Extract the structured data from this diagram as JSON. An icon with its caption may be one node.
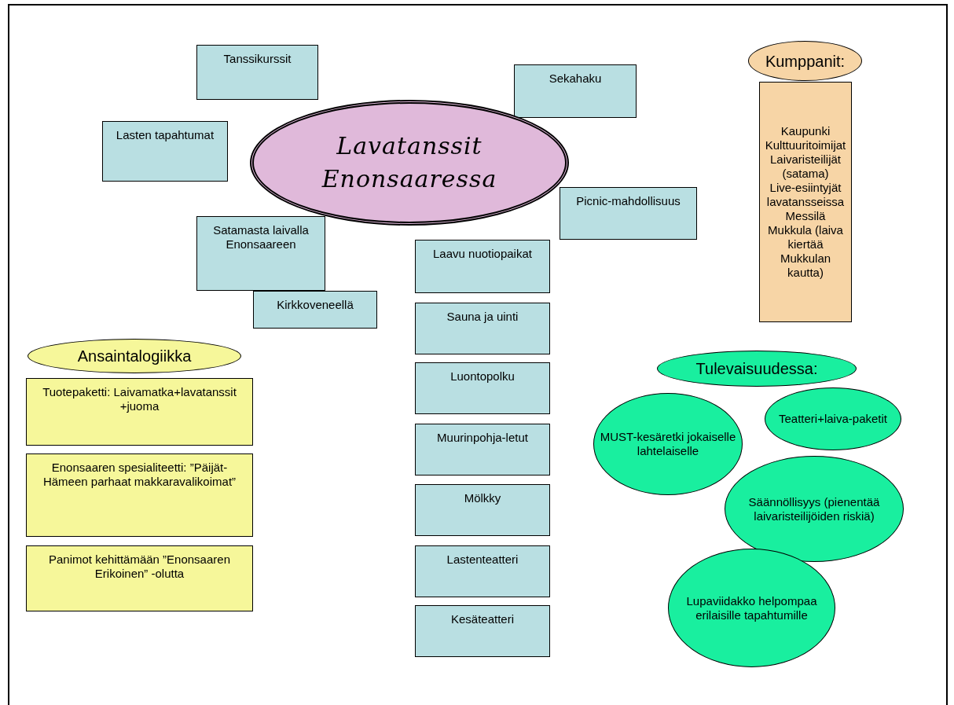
{
  "diagram": {
    "nodes": [
      {
        "text": [
          "Tanssikurssit"
        ]
      },
      {
        "text": [
          "Sekahaku"
        ]
      },
      {
        "text": [
          "Kumppanit:"
        ]
      },
      {
        "text": [
          "Kaupunki",
          "Kulttuuritoimijat",
          "Laivaristeilijät (satama)",
          "Live-esiintyjät lavatansseissa",
          "Messilä",
          "Mukkula (laiva kiertää Mukkulan kautta)"
        ]
      },
      {
        "text": [
          "Lasten tapahtumat"
        ]
      },
      {
        "text": [
          "Lavatanssit Enonsaaressa"
        ]
      },
      {
        "text": [
          "Picnic-mahdollisuus"
        ]
      },
      {
        "text": [
          "Satamasta laivalla Enonsaareen"
        ]
      },
      {
        "text": [
          "Laavu nuotiopaikat"
        ]
      },
      {
        "text": [
          "Kirkkoveneellä"
        ]
      },
      {
        "text": [
          "Sauna ja uinti"
        ]
      },
      {
        "text": [
          "Ansaintalogiikka"
        ]
      },
      {
        "text": [
          "Tulevaisuudessa:"
        ]
      },
      {
        "text": [
          "Tuotepaketti: Laivamatka+lavatanssit +juoma"
        ]
      },
      {
        "text": [
          "Luontopolku"
        ]
      },
      {
        "text": [
          "Teatteri+laiva-paketit"
        ]
      },
      {
        "text": [
          "MUST-kesäretki jokaiselle lahtelaiselle"
        ]
      },
      {
        "text": [
          "Enonsaaren spesialiteetti: ”Päijät-Hämeen parhaat makkaravalikoimat”"
        ]
      },
      {
        "text": [
          "Muurinpohja-letut"
        ]
      },
      {
        "text": [
          "Säännöllisyys (pienentää laivaristeilijöiden riskiä)"
        ]
      },
      {
        "text": [
          "Mölkky"
        ]
      },
      {
        "text": [
          "Panimot kehittämään ”Enonsaaren Erikoinen” -olutta"
        ]
      },
      {
        "text": [
          "Lastenteatteri"
        ]
      },
      {
        "text": [
          "Lupaviidakko helpompaa erilaisille tapahtumille"
        ]
      },
      {
        "text": [
          "Kesäteatteri"
        ]
      }
    ]
  }
}
